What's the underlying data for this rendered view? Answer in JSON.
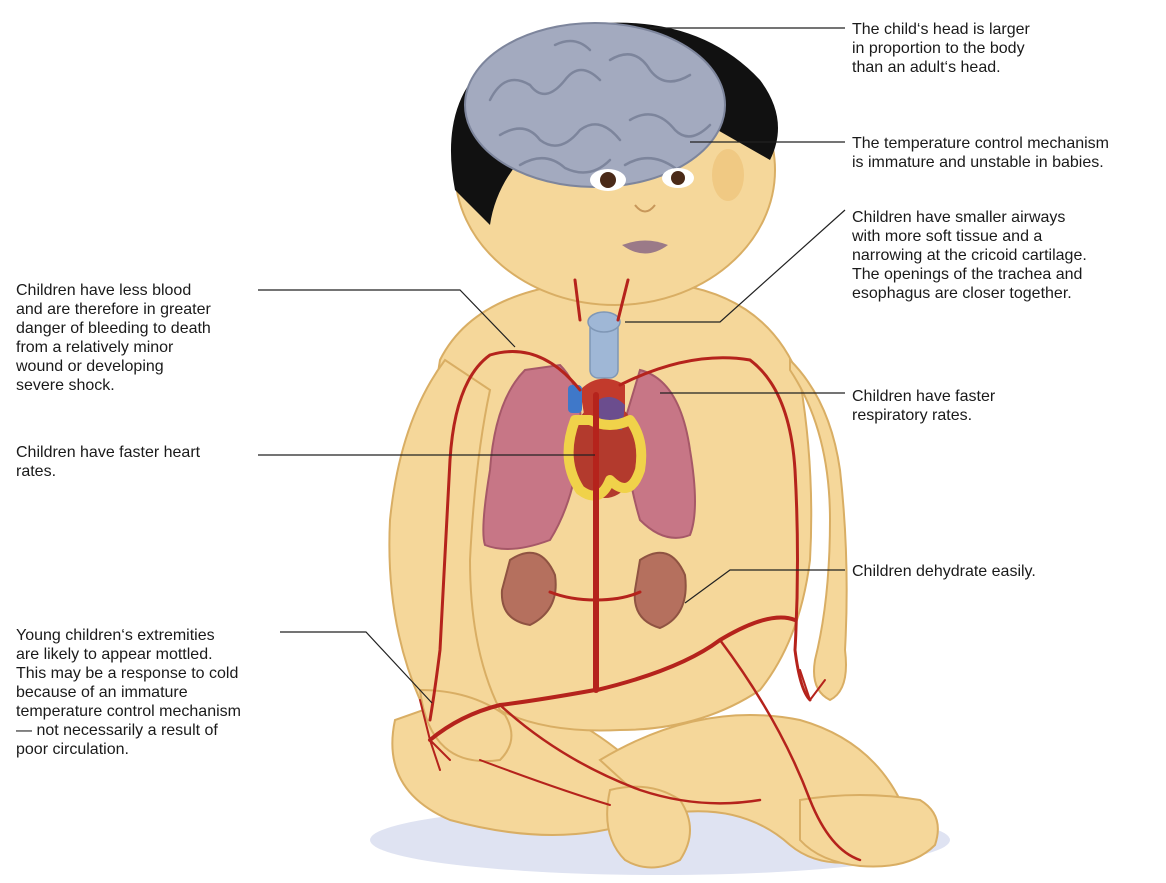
{
  "annotations": {
    "head": "The child‘s head is larger\nin proportion to the body\nthan an adult‘s head.",
    "temperature": "The temperature control mechanism\nis immature and unstable in babies.",
    "airways": "Children have smaller airways\nwith more soft tissue and a\nnarrowing at the cricoid cartilage.\nThe openings of the trachea and\nesophagus are closer together.",
    "respiratory": "Children have faster\nrespiratory rates.",
    "dehydrate": "Children dehydrate easily.",
    "blood": "Children have less blood\nand are therefore in greater\ndanger of bleeding to death\nfrom a relatively minor\nwound or developing\nsevere shock.",
    "heart": "Children have faster heart\nrates.",
    "extremities": "Young children‘s extremities\nare likely to appear mottled.\nThis may be a response to cold\nbecause of an immature\ntemperature control mechanism\n— not necessarily a result of\npoor circulation."
  },
  "colors": {
    "skin": "#f5d79a",
    "skin_shade": "#e3b96e",
    "hair": "#111111",
    "brain": "#a3aabf",
    "vessel": "#b5231c",
    "lung": "#c77686",
    "heart": "#b33a2d",
    "fat": "#f0d24a",
    "kidney": "#b5705e",
    "trachea": "#9fb7d6",
    "leader_line": "#222222"
  }
}
